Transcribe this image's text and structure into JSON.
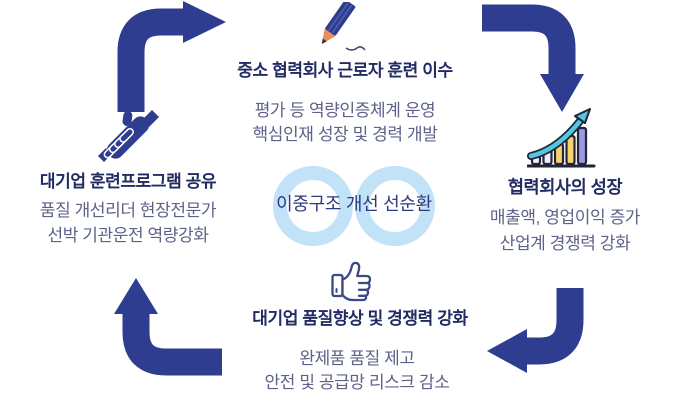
{
  "cycle": {
    "center": {
      "icon": "infinity",
      "label": "이중구조 개선 선순환"
    },
    "top": {
      "icon": "pencil",
      "title": "중소 협력회사 근로자 훈련 이수",
      "lines": [
        "평가 등 역량인증체계 운영",
        "핵심인재 성장 및 경력 개발"
      ]
    },
    "right": {
      "icon": "growth-chart",
      "title": "협력회사의 성장",
      "lines": [
        "매출액, 영업이익 증가",
        "산업계 경쟁력 강화"
      ]
    },
    "bottom": {
      "icon": "thumbs-up",
      "title": "대기업 품질향상 및 경쟁력 강화",
      "lines": [
        "완제품 품질 제고",
        "안전 및 공급망 리스크 감소"
      ]
    },
    "left": {
      "icon": "handshake",
      "title": "대기업 훈련프로그램 공유",
      "lines": [
        "품질 개선리더 현장전문가",
        "선박 기관운전 역량강화"
      ]
    },
    "direction": "clockwise"
  },
  "colors": {
    "arrow_navy": "#2e3d8f",
    "title_navy": "#222c63",
    "subtitle_blue_gray": "#5d6388",
    "center_text_navy": "#2c3a80",
    "infinity_light_blue": "#c2e2f8",
    "chart_swoosh_teal": "#4ec9dd",
    "chart_bar_yellow": "#f6d36b",
    "chart_bar_purple": "#9a9ae0",
    "chart_bar_white": "#eeeef4",
    "chart_outline_dark": "#23233a",
    "pencil_tip_orange": "#f08a5f",
    "thumb_outline": "#3b4b82"
  }
}
